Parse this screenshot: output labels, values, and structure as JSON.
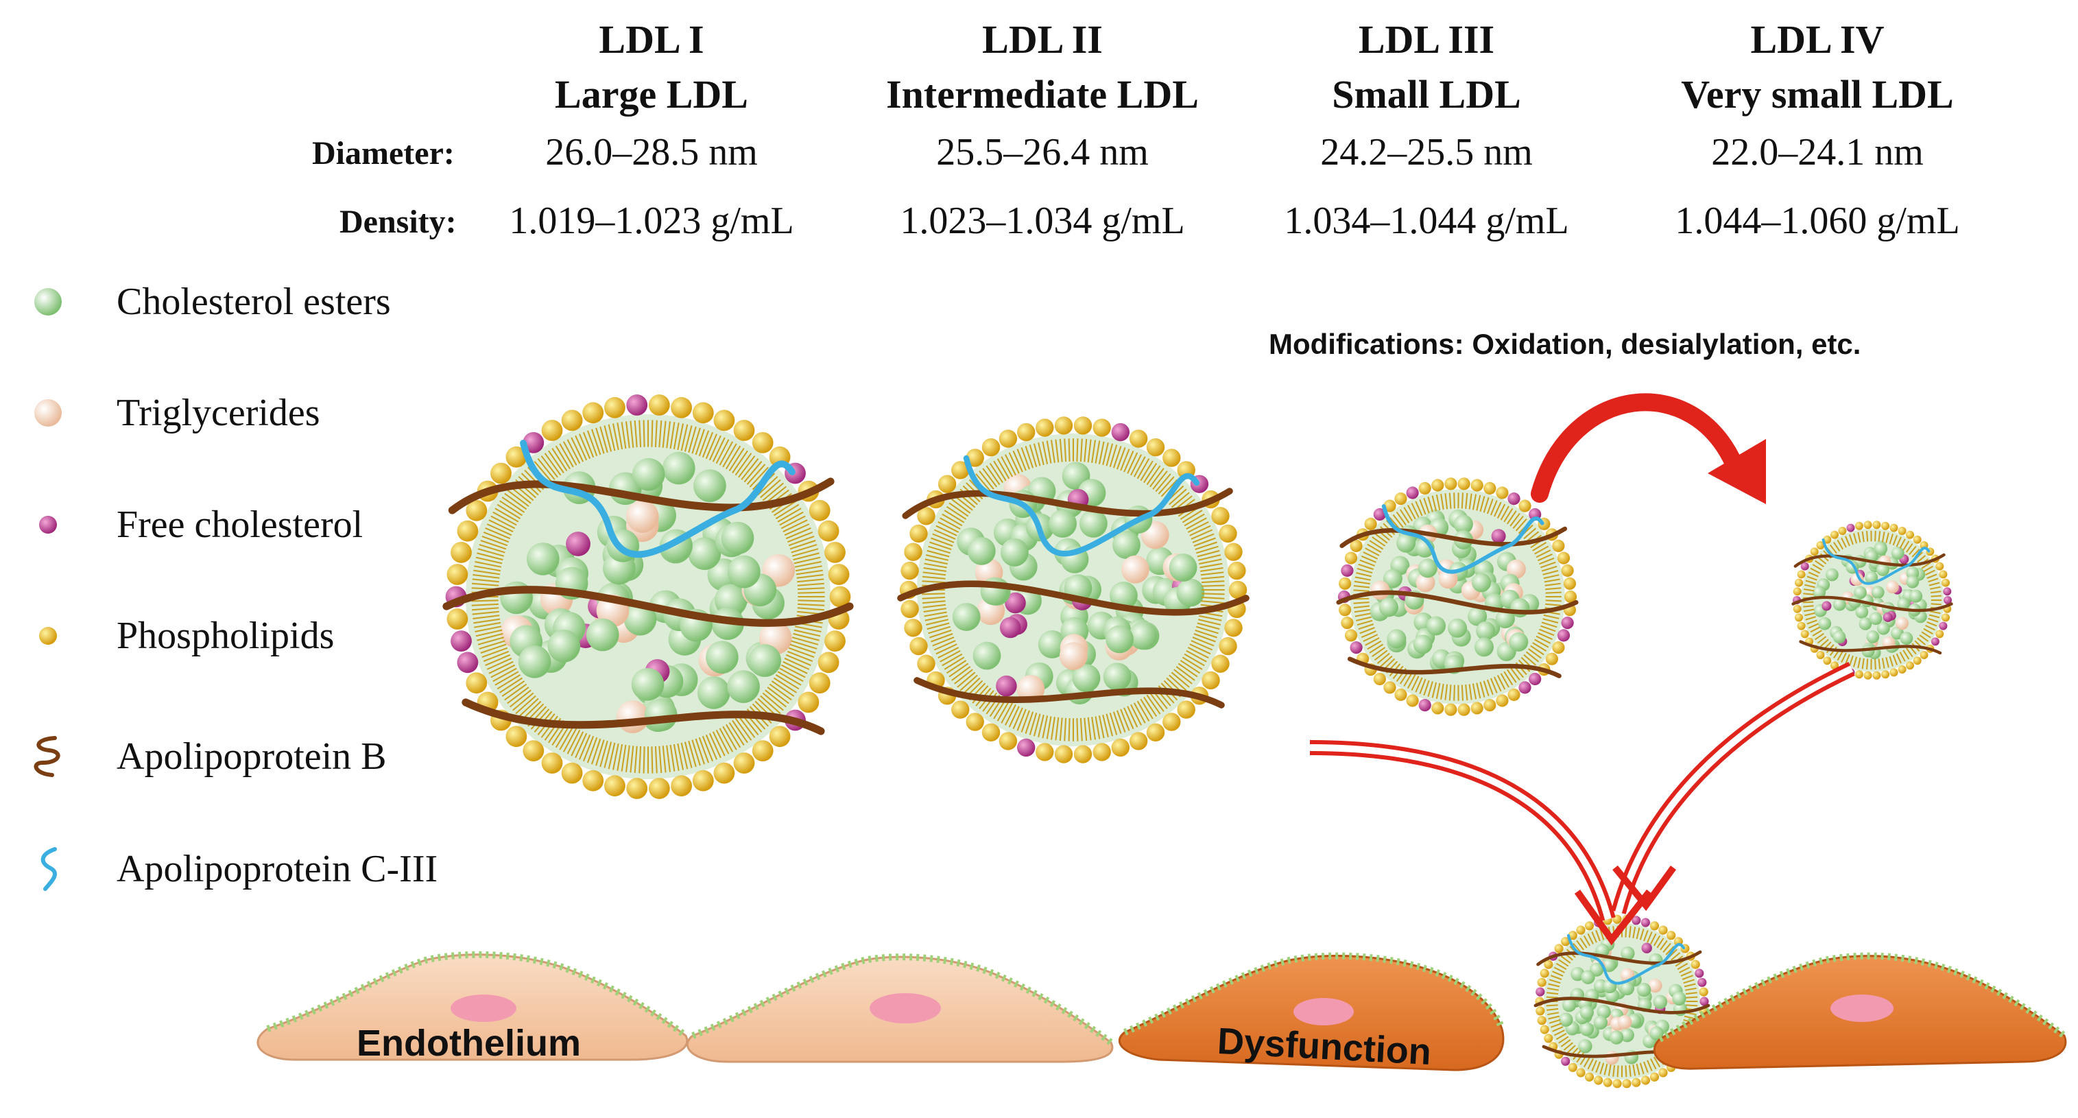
{
  "columns": [
    {
      "line1": "LDL I",
      "line2": "Large LDL",
      "diameter": "26.0–28.5 nm",
      "density": "1.019–1.023 g/mL"
    },
    {
      "line1": "LDL II",
      "line2": "Intermediate LDL",
      "diameter": "25.5–26.4 nm",
      "density": "1.023–1.034 g/mL"
    },
    {
      "line1": "LDL III",
      "line2": "Small LDL",
      "diameter": "24.2–25.5 nm",
      "density": "1.034–1.044 g/mL"
    },
    {
      "line1": "LDL IV",
      "line2": "Very small LDL",
      "diameter": "22.0–24.1 nm",
      "density": "1.044–1.060 g/mL"
    }
  ],
  "row_labels": {
    "diameter": "Diameter:",
    "density": "Density:"
  },
  "legend": [
    {
      "label": "Cholesterol esters",
      "icon": "green-sphere-icon",
      "color": "#a9d8a0"
    },
    {
      "label": "Triglycerides",
      "icon": "peach-sphere-icon",
      "color": "#f6d7c0"
    },
    {
      "label": "Free cholesterol",
      "icon": "magenta-sphere-icon",
      "color": "#c94aa0"
    },
    {
      "label": "Phospholipids",
      "icon": "yellow-sphere-icon",
      "color": "#e8b820"
    },
    {
      "label": "Apolipoprotein B",
      "icon": "brown-squiggle-icon",
      "color": "#7a3e12"
    },
    {
      "label": "Apolipoprotein C-III",
      "icon": "blue-squiggle-icon",
      "color": "#3aaee0"
    }
  ],
  "modifications_label": "Modifications: Oxidation, desialylation, etc.",
  "endothelium_label": "Endothelium",
  "dysfunction_label": "Dysfunction",
  "colors": {
    "cholesterol_ester": "#a9d8a0",
    "triglyceride": "#f6d7c0",
    "free_cholesterol": "#c94aa0",
    "phospholipid": "#e8b820",
    "apob": "#7a3e12",
    "apoc3": "#3aaee0",
    "arrow": "#e0241b",
    "healthy_cell": "#f6c9a6",
    "dysfunctional_cell": "#e07a32",
    "nucleus": "#f29bb0",
    "glycocalyx": "#9fd07a"
  }
}
